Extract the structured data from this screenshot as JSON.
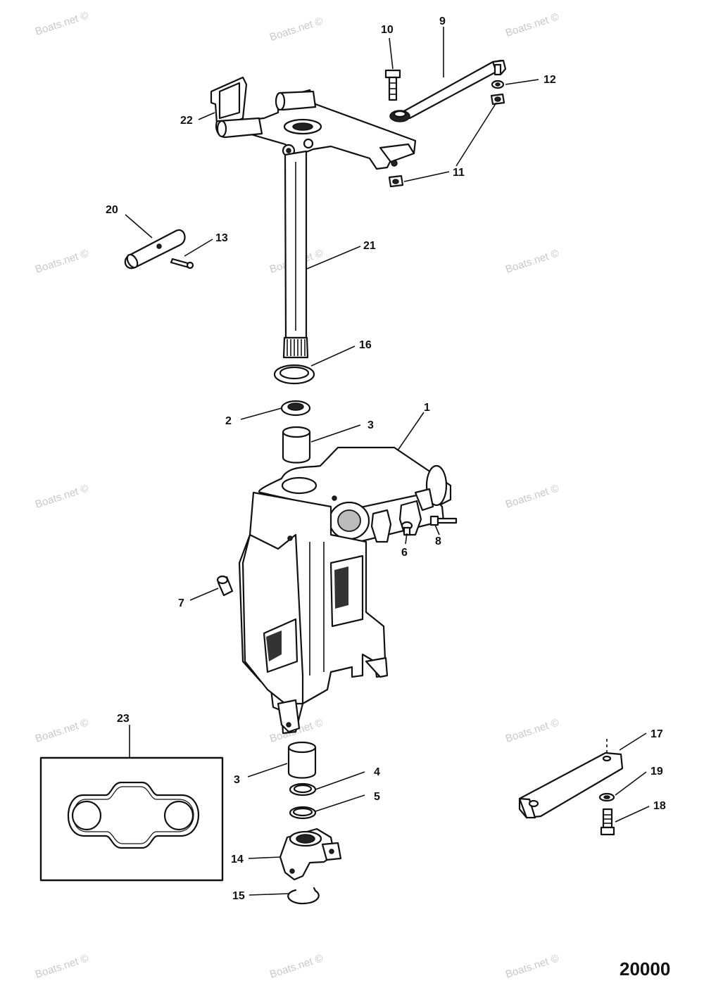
{
  "watermark": "Boats.net ©",
  "figure_number": "20000",
  "callouts": {
    "c1": "1",
    "c2": "2",
    "c3a": "3",
    "c3b": "3",
    "c4": "4",
    "c5": "5",
    "c6": "6",
    "c7": "7",
    "c8": "8",
    "c9": "9",
    "c10": "10",
    "c11": "11",
    "c12": "12",
    "c13": "13",
    "c14": "14",
    "c15": "15",
    "c16": "16",
    "c17": "17",
    "c18": "18",
    "c19": "19",
    "c20": "20",
    "c21": "21",
    "c22": "22",
    "c23": "23"
  }
}
